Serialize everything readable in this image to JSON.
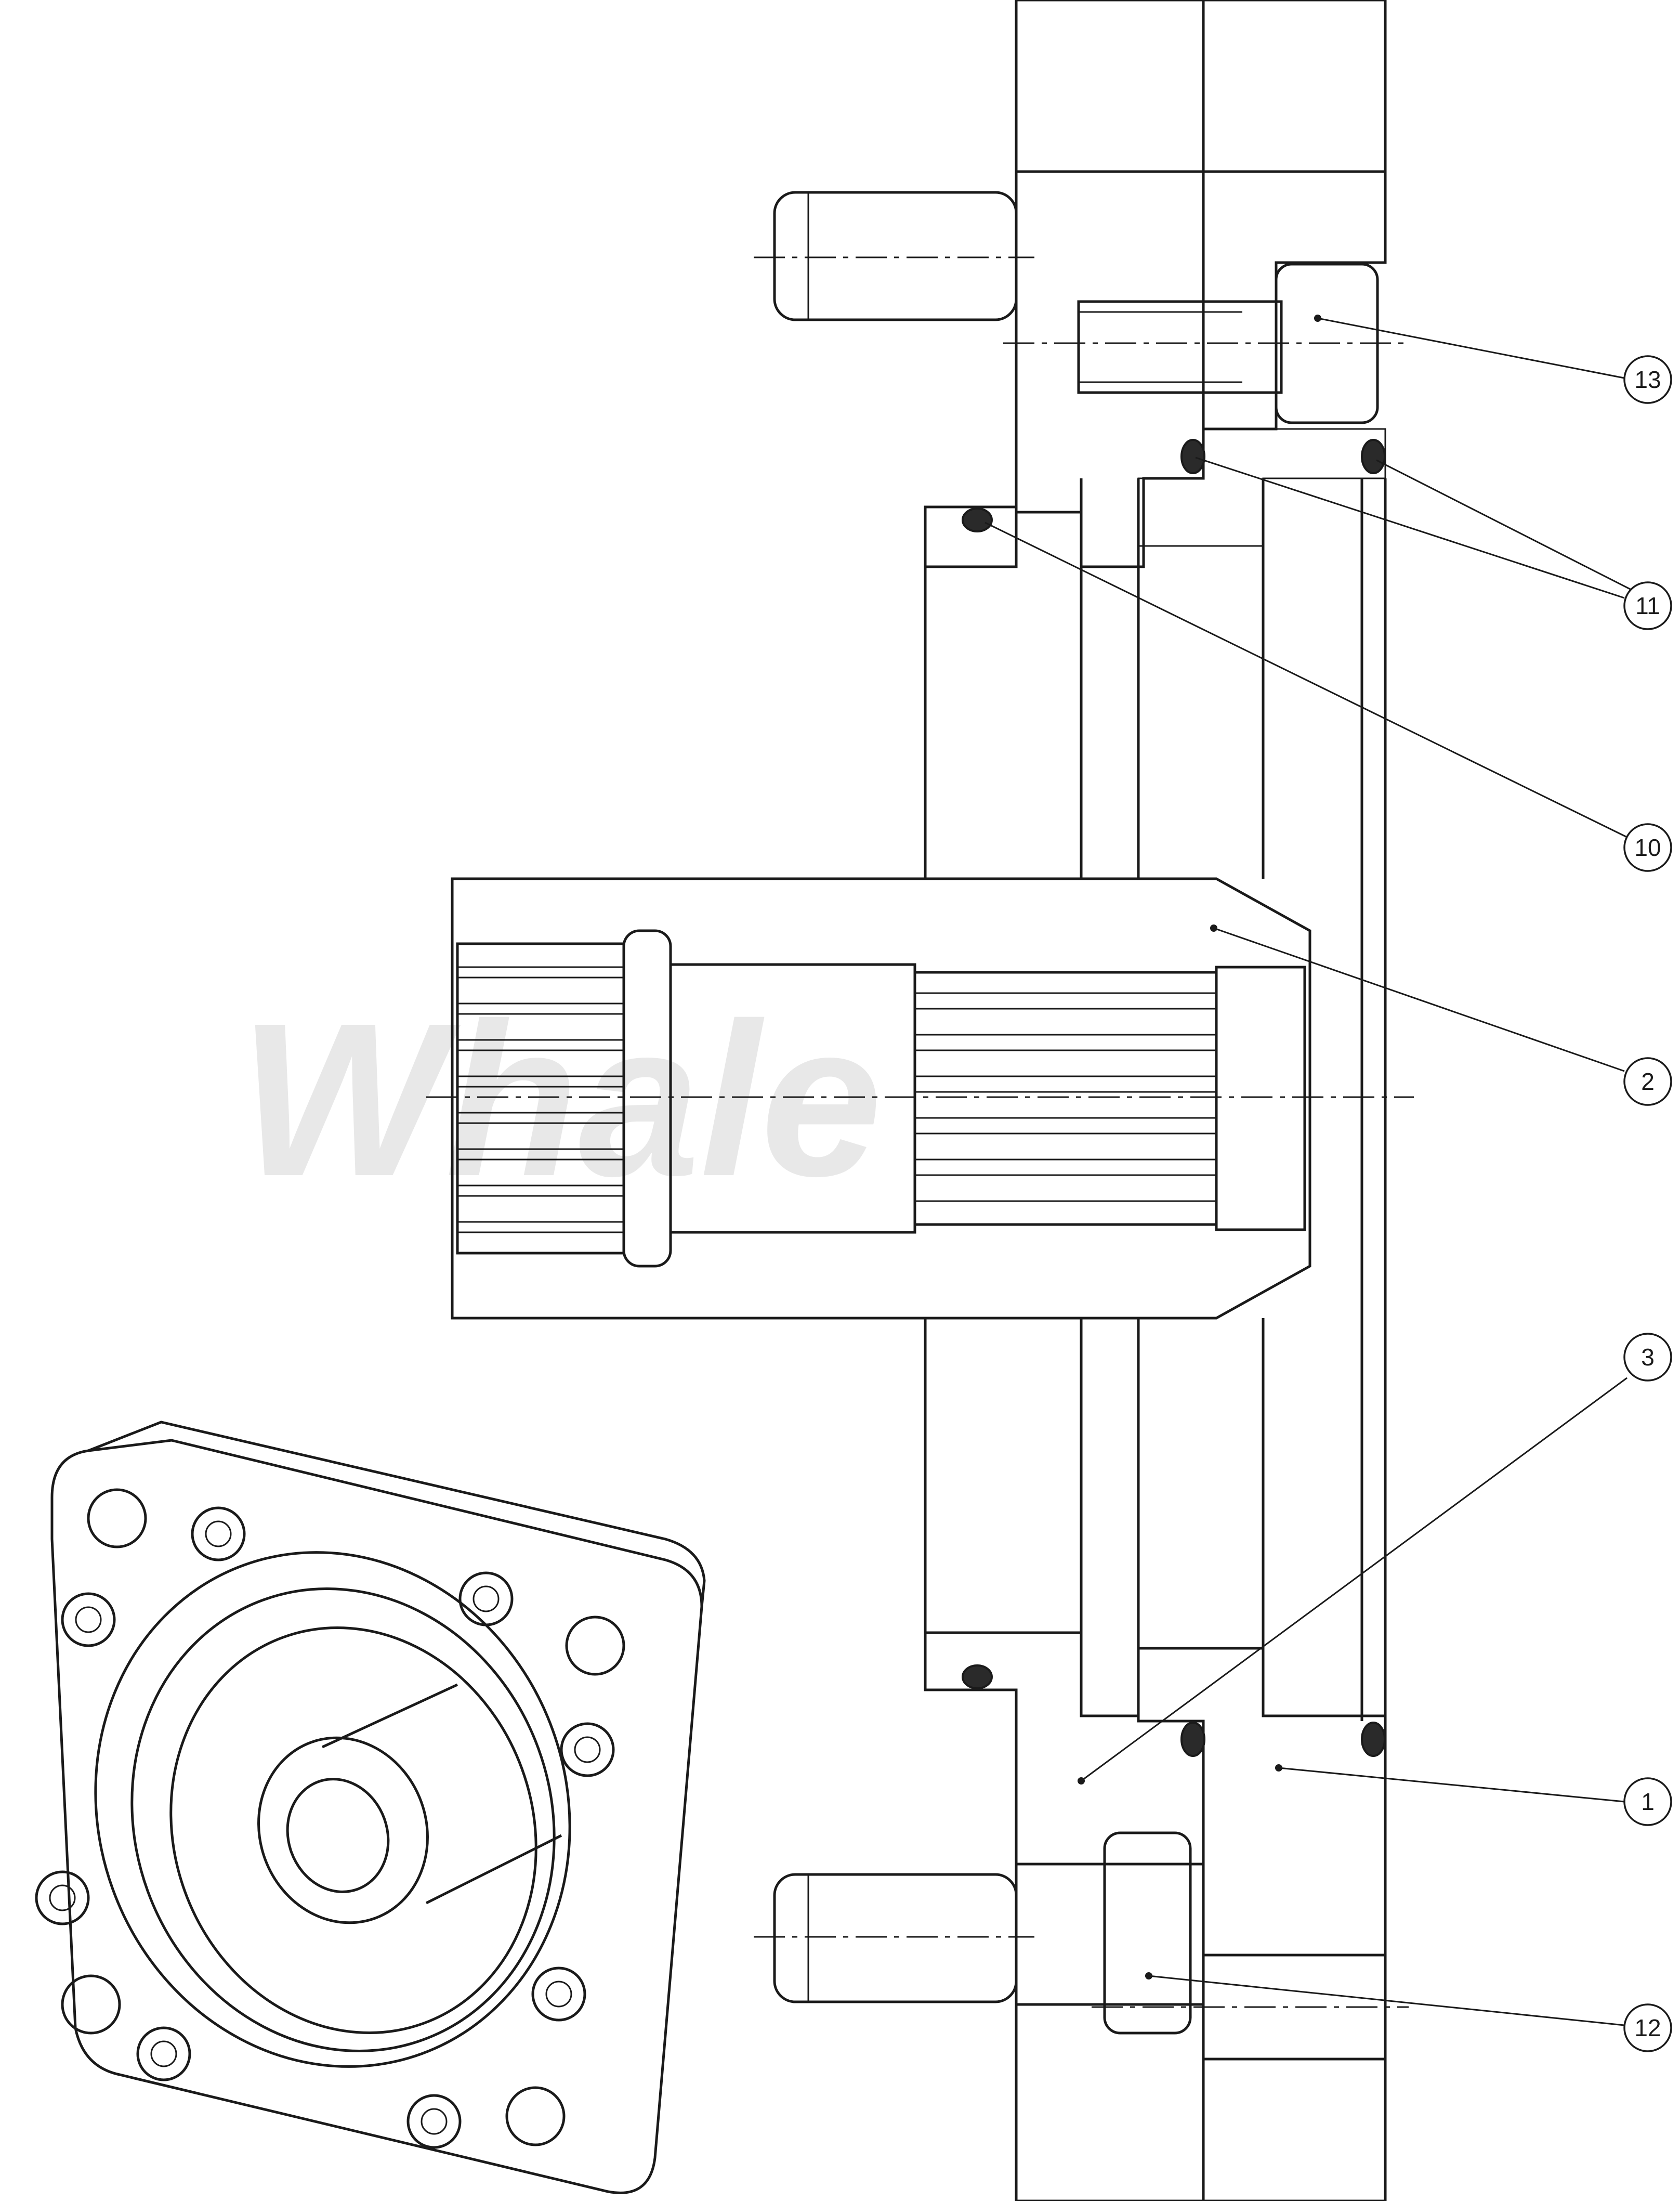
{
  "watermark": "Whale",
  "balloons": [
    {
      "id": "b13",
      "label": "13"
    },
    {
      "id": "b11",
      "label": "11"
    },
    {
      "id": "b10",
      "label": "10"
    },
    {
      "id": "b2",
      "label": "2"
    },
    {
      "id": "b3",
      "label": "3"
    },
    {
      "id": "b1",
      "label": "1"
    },
    {
      "id": "b12",
      "label": "12"
    }
  ],
  "colors": {
    "line": "#1a1a1a",
    "background": "#ffffff",
    "seal": "#2a2a2a",
    "watermark": "#e8e8e8"
  }
}
